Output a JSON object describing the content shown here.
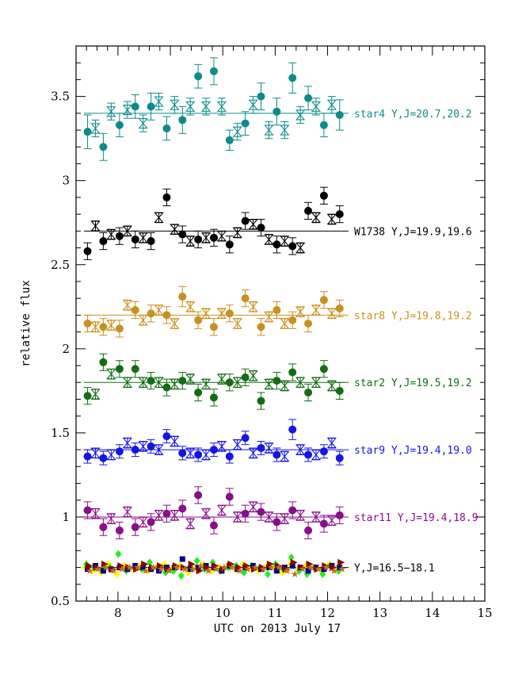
{
  "chart_data": {
    "type": "scatter",
    "xlabel": "UTC on 2013 July 17",
    "ylabel": "relative flux",
    "xlim": [
      7.2,
      15
    ],
    "ylim": [
      0.5,
      3.8
    ],
    "xticks": [
      "8",
      "9",
      "10",
      "11",
      "12",
      "13",
      "14",
      "15"
    ],
    "yticks": [
      "0.5",
      "1",
      "1.5",
      "2",
      "2.5",
      "3",
      "3.5"
    ],
    "grid": false,
    "series": [
      {
        "name": "star4 Y,J=20.7,20.2",
        "color": "#0e8a8a",
        "level": 3.4,
        "filled": {
          "x": [
            7.42,
            7.72,
            8.03,
            8.33,
            8.63,
            8.93,
            9.23,
            9.53,
            9.83,
            10.13,
            10.43,
            10.73,
            11.03,
            11.33,
            11.63,
            11.93,
            12.23
          ],
          "y": [
            3.29,
            3.2,
            3.33,
            3.44,
            3.44,
            3.31,
            3.36,
            3.62,
            3.65,
            3.24,
            3.34,
            3.5,
            3.41,
            3.61,
            3.49,
            3.33,
            3.39
          ],
          "err": [
            0.1,
            0.08,
            0.07,
            0.07,
            0.08,
            0.07,
            0.08,
            0.07,
            0.08,
            0.06,
            0.07,
            0.08,
            0.08,
            0.09,
            0.07,
            0.07,
            0.09
          ]
        },
        "open": {
          "x": [
            7.57,
            7.87,
            8.18,
            8.48,
            8.78,
            9.08,
            9.38,
            9.68,
            9.98,
            10.28,
            10.58,
            10.88,
            11.18,
            11.48,
            11.78,
            12.08
          ],
          "y": [
            3.31,
            3.41,
            3.42,
            3.34,
            3.47,
            3.45,
            3.44,
            3.44,
            3.44,
            3.29,
            3.45,
            3.3,
            3.3,
            3.39,
            3.44,
            3.45
          ],
          "err": [
            0.05,
            0.05,
            0.05,
            0.05,
            0.05,
            0.05,
            0.05,
            0.05,
            0.05,
            0.05,
            0.05,
            0.05,
            0.05,
            0.05,
            0.05,
            0.05
          ]
        }
      },
      {
        "name": "W1738 Y,J=19.9,19.6",
        "color": "#000000",
        "level": 2.7,
        "filled": {
          "x": [
            7.42,
            7.72,
            8.03,
            8.33,
            8.63,
            8.93,
            9.23,
            9.53,
            9.83,
            10.13,
            10.43,
            10.73,
            11.03,
            11.33,
            11.63,
            11.93,
            12.23
          ],
          "y": [
            2.58,
            2.64,
            2.67,
            2.65,
            2.64,
            2.9,
            2.68,
            2.65,
            2.66,
            2.62,
            2.76,
            2.72,
            2.62,
            2.61,
            2.82,
            2.91,
            2.8
          ],
          "err": [
            0.05,
            0.05,
            0.05,
            0.05,
            0.05,
            0.05,
            0.05,
            0.05,
            0.05,
            0.05,
            0.05,
            0.05,
            0.05,
            0.05,
            0.05,
            0.05,
            0.05
          ]
        },
        "open": {
          "x": [
            7.57,
            7.87,
            8.18,
            8.48,
            8.78,
            9.08,
            9.38,
            9.68,
            9.98,
            10.28,
            10.58,
            10.88,
            11.18,
            11.48,
            11.78,
            12.08
          ],
          "y": [
            2.73,
            2.68,
            2.7,
            2.66,
            2.78,
            2.71,
            2.64,
            2.66,
            2.67,
            2.69,
            2.74,
            2.65,
            2.64,
            2.6,
            2.78,
            2.77
          ],
          "err": [
            0.03,
            0.03,
            0.03,
            0.03,
            0.03,
            0.03,
            0.03,
            0.03,
            0.03,
            0.03,
            0.03,
            0.03,
            0.03,
            0.03,
            0.03,
            0.03
          ]
        }
      },
      {
        "name": "star8 Y,J=19.8,19.2",
        "color": "#c8901e",
        "level": 2.2,
        "filled": {
          "x": [
            7.42,
            7.72,
            8.03,
            8.33,
            8.63,
            8.93,
            9.23,
            9.53,
            9.83,
            10.13,
            10.43,
            10.73,
            11.03,
            11.33,
            11.63,
            11.93,
            12.23
          ],
          "y": [
            2.15,
            2.13,
            2.12,
            2.23,
            2.21,
            2.2,
            2.31,
            2.17,
            2.13,
            2.21,
            2.3,
            2.13,
            2.23,
            2.17,
            2.15,
            2.29,
            2.24
          ],
          "err": [
            0.05,
            0.05,
            0.05,
            0.05,
            0.05,
            0.05,
            0.06,
            0.05,
            0.05,
            0.05,
            0.05,
            0.05,
            0.05,
            0.05,
            0.05,
            0.05,
            0.05
          ]
        },
        "open": {
          "x": [
            7.57,
            7.87,
            8.18,
            8.48,
            8.78,
            9.08,
            9.38,
            9.68,
            9.98,
            10.28,
            10.58,
            10.88,
            11.18,
            11.48,
            11.78,
            12.08
          ],
          "y": [
            2.13,
            2.14,
            2.26,
            2.17,
            2.23,
            2.15,
            2.25,
            2.21,
            2.21,
            2.15,
            2.25,
            2.19,
            2.15,
            2.22,
            2.23,
            2.21
          ],
          "err": [
            0.03,
            0.03,
            0.03,
            0.03,
            0.03,
            0.03,
            0.03,
            0.03,
            0.03,
            0.03,
            0.03,
            0.03,
            0.03,
            0.03,
            0.03,
            0.03
          ]
        }
      },
      {
        "name": "star2 Y,J=19.5,19.2",
        "color": "#136d13",
        "level": 1.8,
        "filled": {
          "x": [
            7.42,
            7.72,
            8.03,
            8.33,
            8.63,
            8.93,
            9.23,
            9.53,
            9.83,
            10.13,
            10.43,
            10.73,
            11.03,
            11.33,
            11.63,
            11.93,
            12.23
          ],
          "y": [
            1.72,
            1.92,
            1.88,
            1.88,
            1.81,
            1.77,
            1.81,
            1.74,
            1.71,
            1.8,
            1.83,
            1.69,
            1.81,
            1.86,
            1.74,
            1.88,
            1.75
          ],
          "err": [
            0.05,
            0.05,
            0.05,
            0.05,
            0.05,
            0.05,
            0.05,
            0.05,
            0.05,
            0.05,
            0.05,
            0.05,
            0.05,
            0.05,
            0.05,
            0.05,
            0.05
          ]
        },
        "open": {
          "x": [
            7.57,
            7.87,
            8.18,
            8.48,
            8.78,
            9.08,
            9.38,
            9.68,
            9.98,
            10.28,
            10.58,
            10.88,
            11.18,
            11.48,
            11.78,
            12.08
          ],
          "y": [
            1.73,
            1.85,
            1.8,
            1.8,
            1.8,
            1.79,
            1.82,
            1.79,
            1.82,
            1.8,
            1.84,
            1.79,
            1.78,
            1.8,
            1.8,
            1.78
          ],
          "err": [
            0.03,
            0.03,
            0.03,
            0.03,
            0.03,
            0.03,
            0.03,
            0.03,
            0.03,
            0.03,
            0.03,
            0.03,
            0.03,
            0.03,
            0.03,
            0.03
          ]
        }
      },
      {
        "name": "star9 Y,J=19.4,19.0",
        "color": "#1414e6",
        "level": 1.4,
        "filled": {
          "x": [
            7.42,
            7.72,
            8.03,
            8.33,
            8.63,
            8.93,
            9.23,
            9.53,
            9.83,
            10.13,
            10.43,
            10.73,
            11.03,
            11.33,
            11.63,
            11.93,
            12.23
          ],
          "y": [
            1.36,
            1.35,
            1.39,
            1.4,
            1.42,
            1.48,
            1.38,
            1.37,
            1.4,
            1.36,
            1.47,
            1.41,
            1.37,
            1.52,
            1.37,
            1.39,
            1.35
          ],
          "err": [
            0.04,
            0.04,
            0.04,
            0.04,
            0.04,
            0.04,
            0.04,
            0.04,
            0.04,
            0.04,
            0.04,
            0.04,
            0.04,
            0.06,
            0.04,
            0.04,
            0.04
          ]
        },
        "open": {
          "x": [
            7.57,
            7.87,
            8.18,
            8.48,
            8.78,
            9.08,
            9.38,
            9.68,
            9.98,
            10.28,
            10.58,
            10.88,
            11.18,
            11.48,
            11.78,
            12.08
          ],
          "y": [
            1.38,
            1.37,
            1.44,
            1.42,
            1.4,
            1.45,
            1.38,
            1.37,
            1.42,
            1.43,
            1.38,
            1.41,
            1.36,
            1.4,
            1.37,
            1.44
          ],
          "err": [
            0.03,
            0.03,
            0.03,
            0.03,
            0.03,
            0.03,
            0.03,
            0.03,
            0.03,
            0.03,
            0.03,
            0.03,
            0.03,
            0.03,
            0.03,
            0.03
          ]
        }
      },
      {
        "name": "star11 Y,J=19.4,18.9",
        "color": "#8a0e8a",
        "level": 1.0,
        "filled": {
          "x": [
            7.42,
            7.72,
            8.03,
            8.33,
            8.63,
            8.93,
            9.23,
            9.53,
            9.83,
            10.13,
            10.43,
            10.73,
            11.03,
            11.33,
            11.63,
            11.93,
            12.23
          ],
          "y": [
            1.04,
            0.94,
            0.92,
            0.94,
            0.97,
            1.02,
            1.05,
            1.13,
            0.95,
            1.12,
            1.02,
            1.03,
            0.97,
            1.04,
            0.92,
            0.96,
            1.01
          ],
          "err": [
            0.05,
            0.05,
            0.05,
            0.05,
            0.05,
            0.05,
            0.05,
            0.05,
            0.05,
            0.05,
            0.05,
            0.05,
            0.05,
            0.05,
            0.05,
            0.05,
            0.05
          ]
        },
        "open": {
          "x": [
            7.57,
            7.87,
            8.18,
            8.48,
            8.78,
            9.08,
            9.38,
            9.68,
            9.98,
            10.28,
            10.58,
            10.88,
            11.18,
            11.48,
            11.78,
            12.08
          ],
          "y": [
            1.02,
            0.99,
            1.03,
            0.97,
            1.01,
            1.01,
            0.96,
            1.02,
            1.04,
            1.0,
            1.06,
            1.0,
            0.99,
            1.01,
            1.0,
            0.98
          ],
          "err": [
            0.03,
            0.03,
            0.03,
            0.03,
            0.03,
            0.03,
            0.03,
            0.03,
            0.03,
            0.03,
            0.03,
            0.03,
            0.03,
            0.03,
            0.03,
            0.03
          ]
        }
      }
    ],
    "reference_group": {
      "name": "Y,J=16.5−18.1",
      "color": "#000000",
      "level": 0.7,
      "x": [
        7.42,
        7.57,
        7.72,
        7.87,
        8.03,
        8.18,
        8.33,
        8.48,
        8.63,
        8.78,
        8.93,
        9.08,
        9.23,
        9.38,
        9.53,
        9.68,
        9.83,
        9.98,
        10.13,
        10.28,
        10.43,
        10.58,
        10.73,
        10.88,
        11.03,
        11.18,
        11.33,
        11.48,
        11.63,
        11.78,
        11.93,
        12.08,
        12.23
      ],
      "markers": [
        {
          "shape": "diamond",
          "color": "#ffff00",
          "y": [
            0.7,
            0.68,
            0.67,
            0.72,
            0.66,
            0.71,
            0.69,
            0.71,
            0.68,
            0.7,
            0.72,
            0.69,
            0.71,
            0.67,
            0.7,
            0.72,
            0.68,
            0.7,
            0.71,
            0.69,
            0.72,
            0.7,
            0.68,
            0.71,
            0.7,
            0.67,
            0.72,
            0.69,
            0.71,
            0.7,
            0.68,
            0.72,
            0.7
          ]
        },
        {
          "shape": "diamond",
          "color": "#22ee22",
          "y": [
            0.72,
            0.7,
            0.69,
            0.7,
            0.78,
            0.68,
            0.7,
            0.69,
            0.73,
            0.7,
            0.67,
            0.68,
            0.65,
            0.7,
            0.74,
            0.69,
            0.73,
            0.68,
            0.7,
            0.71,
            0.67,
            0.71,
            0.7,
            0.66,
            0.72,
            0.69,
            0.76,
            0.68,
            0.66,
            0.7,
            0.66,
            0.71,
            0.68
          ]
        },
        {
          "shape": "square",
          "color": "#00008b",
          "y": [
            0.69,
            0.71,
            0.68,
            0.69,
            0.7,
            0.69,
            0.71,
            0.7,
            0.69,
            0.68,
            0.7,
            0.7,
            0.75,
            0.69,
            0.7,
            0.71,
            0.7,
            0.68,
            0.71,
            0.69,
            0.7,
            0.71,
            0.69,
            0.7,
            0.68,
            0.7,
            0.71,
            0.7,
            0.68,
            0.7,
            0.69,
            0.71,
            0.7
          ]
        },
        {
          "shape": "triangle-right",
          "color": "#8b0000",
          "y": [
            0.71,
            0.7,
            0.72,
            0.69,
            0.71,
            0.7,
            0.69,
            0.72,
            0.7,
            0.71,
            0.69,
            0.71,
            0.7,
            0.72,
            0.68,
            0.7,
            0.71,
            0.69,
            0.72,
            0.7,
            0.71,
            0.69,
            0.7,
            0.72,
            0.71,
            0.69,
            0.73,
            0.7,
            0.72,
            0.69,
            0.71,
            0.7,
            0.73
          ]
        },
        {
          "shape": "star",
          "color": "#c07020",
          "y": [
            0.68,
            0.69,
            0.7,
            0.68,
            0.69,
            0.7,
            0.7,
            0.68,
            0.7,
            0.69,
            0.68,
            0.7,
            0.69,
            0.69,
            0.71,
            0.68,
            0.69,
            0.7,
            0.7,
            0.68,
            0.69,
            0.7,
            0.69,
            0.7,
            0.7,
            0.68,
            0.66,
            0.69,
            0.7,
            0.69,
            0.7,
            0.68,
            0.69
          ]
        }
      ]
    }
  }
}
